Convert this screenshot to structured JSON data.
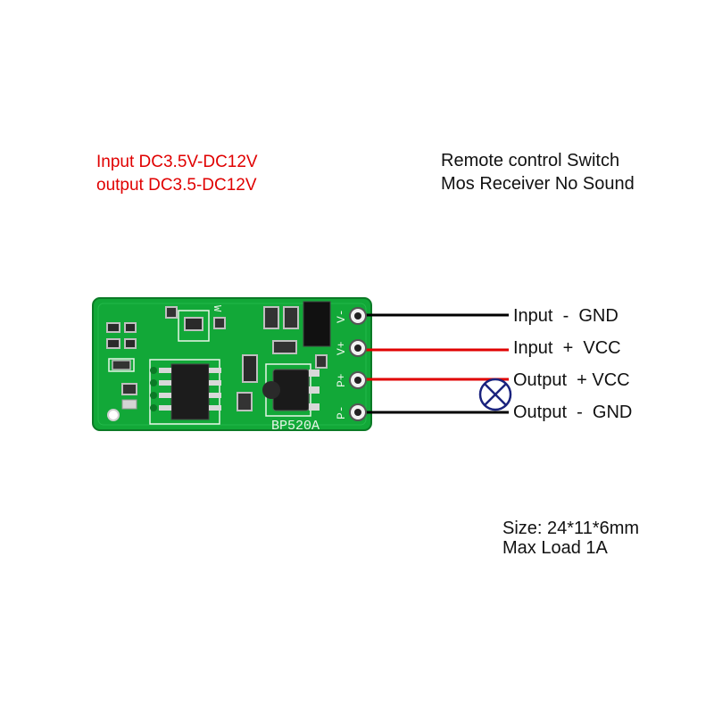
{
  "specs": {
    "input_voltage": "Input DC3.5V-DC12V",
    "output_voltage": "output DC3.5-DC12V"
  },
  "description": {
    "line1": "Remote control Switch",
    "line2": "Mos Receiver No Sound"
  },
  "board": {
    "model": "BP520A",
    "pin_marks": [
      "V-",
      "V+",
      "P+",
      "P-"
    ],
    "component_mark": "W"
  },
  "wires": [
    {
      "label": "Input  -  GND",
      "color": "#000000"
    },
    {
      "label": "Input  +  VCC",
      "color": "#e00000"
    },
    {
      "label": "Output  + VCC",
      "color": "#e00000"
    },
    {
      "label": "Output  -  GND",
      "color": "#000000"
    }
  ],
  "load": {
    "icon": "lamp-icon",
    "color": "#1a237e"
  },
  "dimensions": {
    "size": "Size: 24*11*6mm",
    "max_load": "Max Load 1A"
  },
  "colors": {
    "pcb_green": "#12a838",
    "pcb_dark": "#0b7a26",
    "spec_red": "#e00000"
  }
}
